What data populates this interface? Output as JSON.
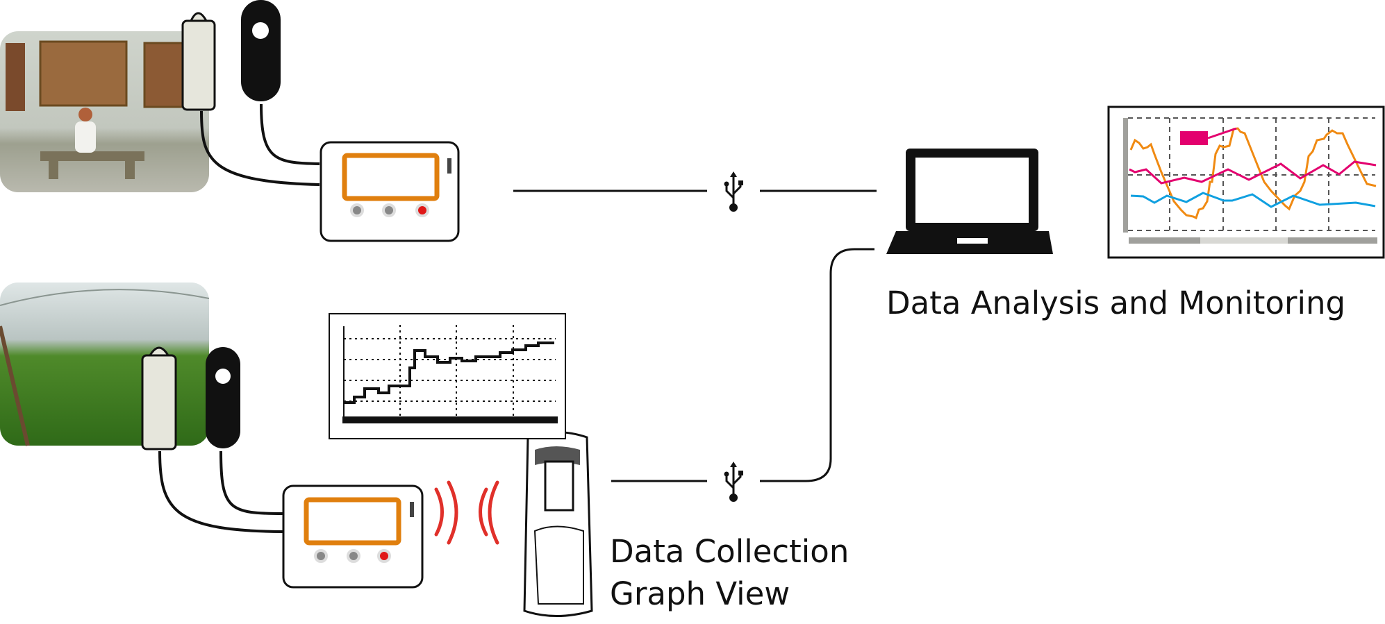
{
  "labels": {
    "analysis": "Data Analysis and Monitoring",
    "collection_line1": "Data Collection",
    "collection_line2": "Graph View"
  },
  "icons": [
    "usb-icon",
    "laptop-icon",
    "sensor-icon",
    "data-logger-icon",
    "wireless-signal-icon",
    "handheld-reader-icon"
  ],
  "colors": {
    "logger_screen": "#E07F0E",
    "series_orange": "#F08A12",
    "series_magenta": "#E3006E",
    "series_blue": "#10A0E0",
    "wireless": "#E0302A",
    "button_red": "#E01818"
  }
}
